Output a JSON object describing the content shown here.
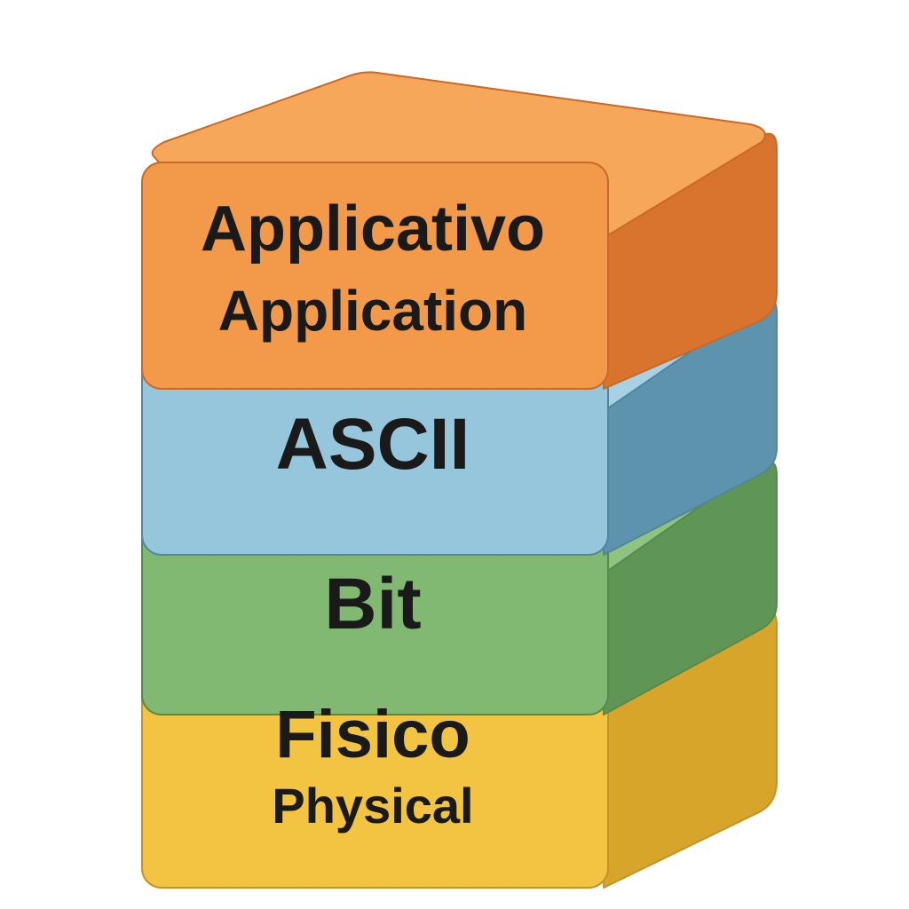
{
  "diagram": {
    "layers": [
      {
        "id": "application",
        "primary_label": "Applicativo",
        "secondary_label": "Application",
        "colors": {
          "front": "#f39a4a",
          "top": "#f6a75a",
          "side": "#d9742e",
          "edge": "#c66a2a"
        }
      },
      {
        "id": "ascii",
        "primary_label": "ASCII",
        "secondary_label": "",
        "colors": {
          "front": "#96c6dc",
          "top": "#a8d1e3",
          "side": "#5d93ad",
          "edge": "#4f86a0"
        }
      },
      {
        "id": "bit",
        "primary_label": "Bit",
        "secondary_label": "",
        "colors": {
          "front": "#82b972",
          "top": "#8fc47f",
          "side": "#5f9656",
          "edge": "#558a4c"
        }
      },
      {
        "id": "physical",
        "primary_label": "Fisico",
        "secondary_label": "Physical",
        "colors": {
          "front": "#f2c442",
          "top": "#f5cd55",
          "side": "#d6a52a",
          "edge": "#c29325"
        }
      }
    ]
  }
}
